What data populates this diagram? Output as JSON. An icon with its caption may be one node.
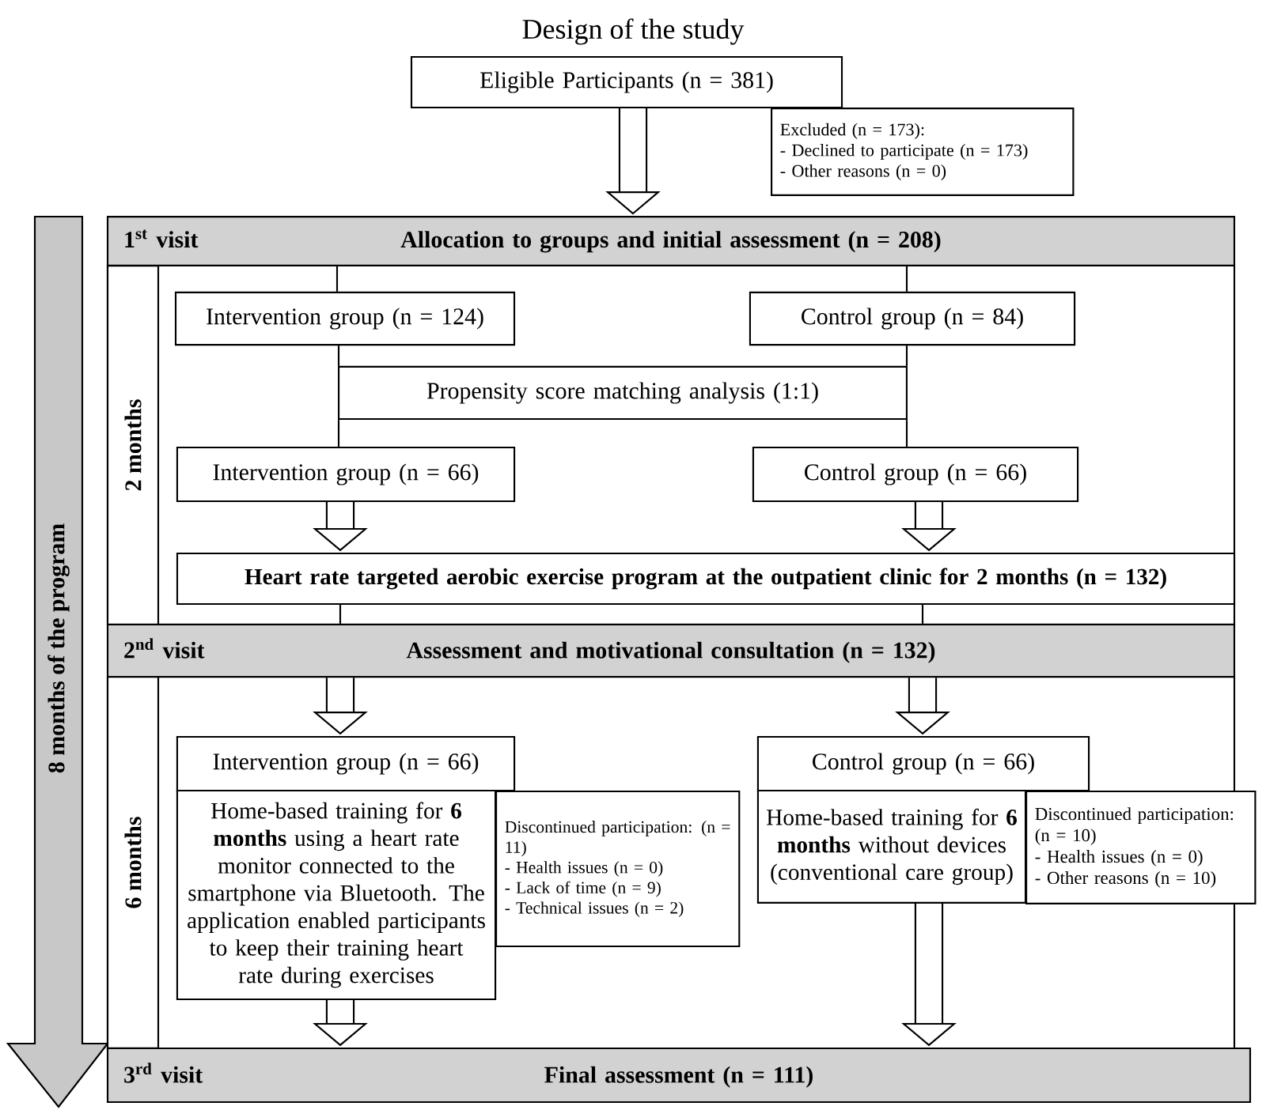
{
  "diagram": {
    "title": "Design of the study",
    "nodes": [
      {
        "text": [
          "Eligible Participants (n = 381)"
        ]
      },
      {
        "text": [
          "Excluded (n = 173):",
          "- Declined to participate (n = 173)",
          "- Other reasons (n = 0)"
        ]
      },
      {
        "text": [
          "1$^{st}$ visit",
          "Allocation to groups and initial assessment (n = 208)"
        ]
      },
      {
        "text": [
          "Intervention group (n = 124)"
        ]
      },
      {
        "text": [
          "Control group (n = 84)"
        ]
      },
      {
        "text": [
          "Propensity score matching analysis (1:1)"
        ]
      },
      {
        "text": [
          "Intervention group (n = 66)"
        ]
      },
      {
        "text": [
          "Control group (n = 66)"
        ]
      },
      {
        "text": [
          "Heart rate targeted aerobic exercise program at the outpatient clinic for 2 months (n = 132)"
        ]
      },
      {
        "text": [
          "2$^{nd}$ visit",
          "Assessment and motivational consultation (n = 132)"
        ]
      },
      {
        "text": [
          "Intervention group (n = 66)"
        ]
      },
      {
        "text": [
          "Home-based training for **6 months** using a heart rate monitor connected to the smartphone via Bluetooth. The application enabled participants to keep their training heart rate during exercises"
        ]
      },
      {
        "text": [
          "Discontinued participation: (n = 11)",
          "- Health issues (n = 0)",
          "- Lack of time (n = 9)",
          "- Technical issues (n = 2)"
        ]
      },
      {
        "text": [
          "Control group (n = 66)"
        ]
      },
      {
        "text": [
          "Home-based training for **6 months** without devices (conventional care group)"
        ]
      },
      {
        "text": [
          "Discontinued participation: (n = 10)",
          "- Health issues (n = 0)",
          "- Other reasons (n = 10)"
        ]
      },
      {
        "text": [
          "3$^{rd}$ visit",
          "Final assessment (n = 111)"
        ]
      },
      {
        "text": [
          "8 months of the program"
        ]
      },
      {
        "text": [
          "2 months"
        ]
      },
      {
        "text": [
          "6 months"
        ]
      }
    ],
    "edges": [
      {
        "from": 0,
        "to": 2,
        "arrow": "to",
        "style": "thick"
      },
      {
        "from": 2,
        "to": 3,
        "arrow": "none"
      },
      {
        "from": 2,
        "to": 4,
        "arrow": "none"
      },
      {
        "from": 3,
        "to": 5,
        "arrow": "none"
      },
      {
        "from": 4,
        "to": 5,
        "arrow": "none"
      },
      {
        "from": 5,
        "to": 6,
        "arrow": "none"
      },
      {
        "from": 5,
        "to": 7,
        "arrow": "none"
      },
      {
        "from": 6,
        "to": 8,
        "arrow": "to",
        "style": "thick"
      },
      {
        "from": 7,
        "to": 8,
        "arrow": "to",
        "style": "thick"
      },
      {
        "from": 8,
        "to": 9,
        "arrow": "none"
      },
      {
        "from": 8,
        "to": 9,
        "arrow": "none"
      },
      {
        "from": 9,
        "to": 10,
        "arrow": "to",
        "style": "thick"
      },
      {
        "from": 9,
        "to": 13,
        "arrow": "to",
        "style": "thick"
      },
      {
        "from": 11,
        "to": 16,
        "arrow": "to",
        "style": "thick"
      },
      {
        "from": 14,
        "to": 16,
        "arrow": "to",
        "style": "thick"
      }
    ]
  }
}
